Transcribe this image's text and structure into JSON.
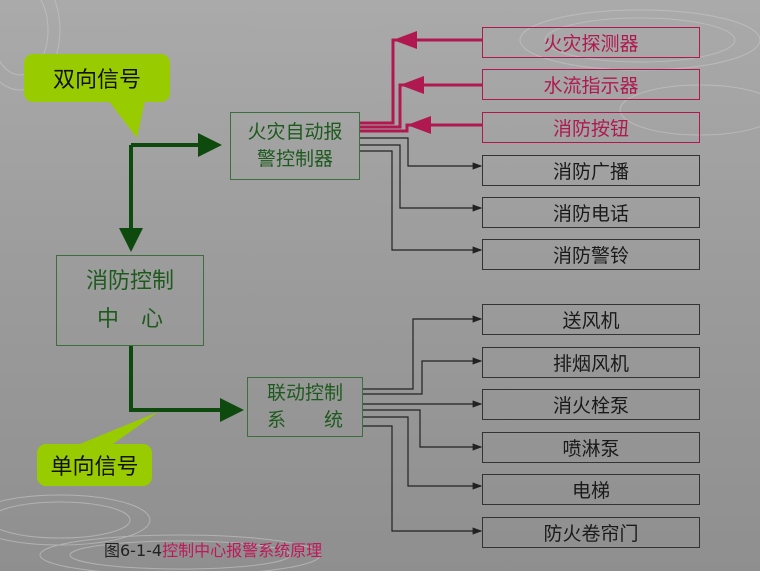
{
  "callouts": {
    "bidirectional": "双向信号",
    "unidirectional": "单向信号"
  },
  "nodes": {
    "alarm_controller": [
      "火灾自动报",
      "警控制器"
    ],
    "control_center": [
      "消防控制",
      "中　心"
    ],
    "linkage_system": [
      "联动控制",
      "系　　统"
    ]
  },
  "inputs": [
    "火灾探测器",
    "水流指示器",
    "消防按钮"
  ],
  "alarm_outputs": [
    "消防广播",
    "消防电话",
    "消防警铃"
  ],
  "linkage_outputs": [
    "送风机",
    "排烟风机",
    "消火栓泵",
    "喷淋泵",
    "电梯",
    "防火卷帘门"
  ],
  "caption": {
    "number": "图6-1-4",
    "title": "控制中心报警系统原理"
  },
  "colors": {
    "green": "#99cc00",
    "input_red": "#b0194f",
    "arrow_green": "#0e4a0e"
  }
}
